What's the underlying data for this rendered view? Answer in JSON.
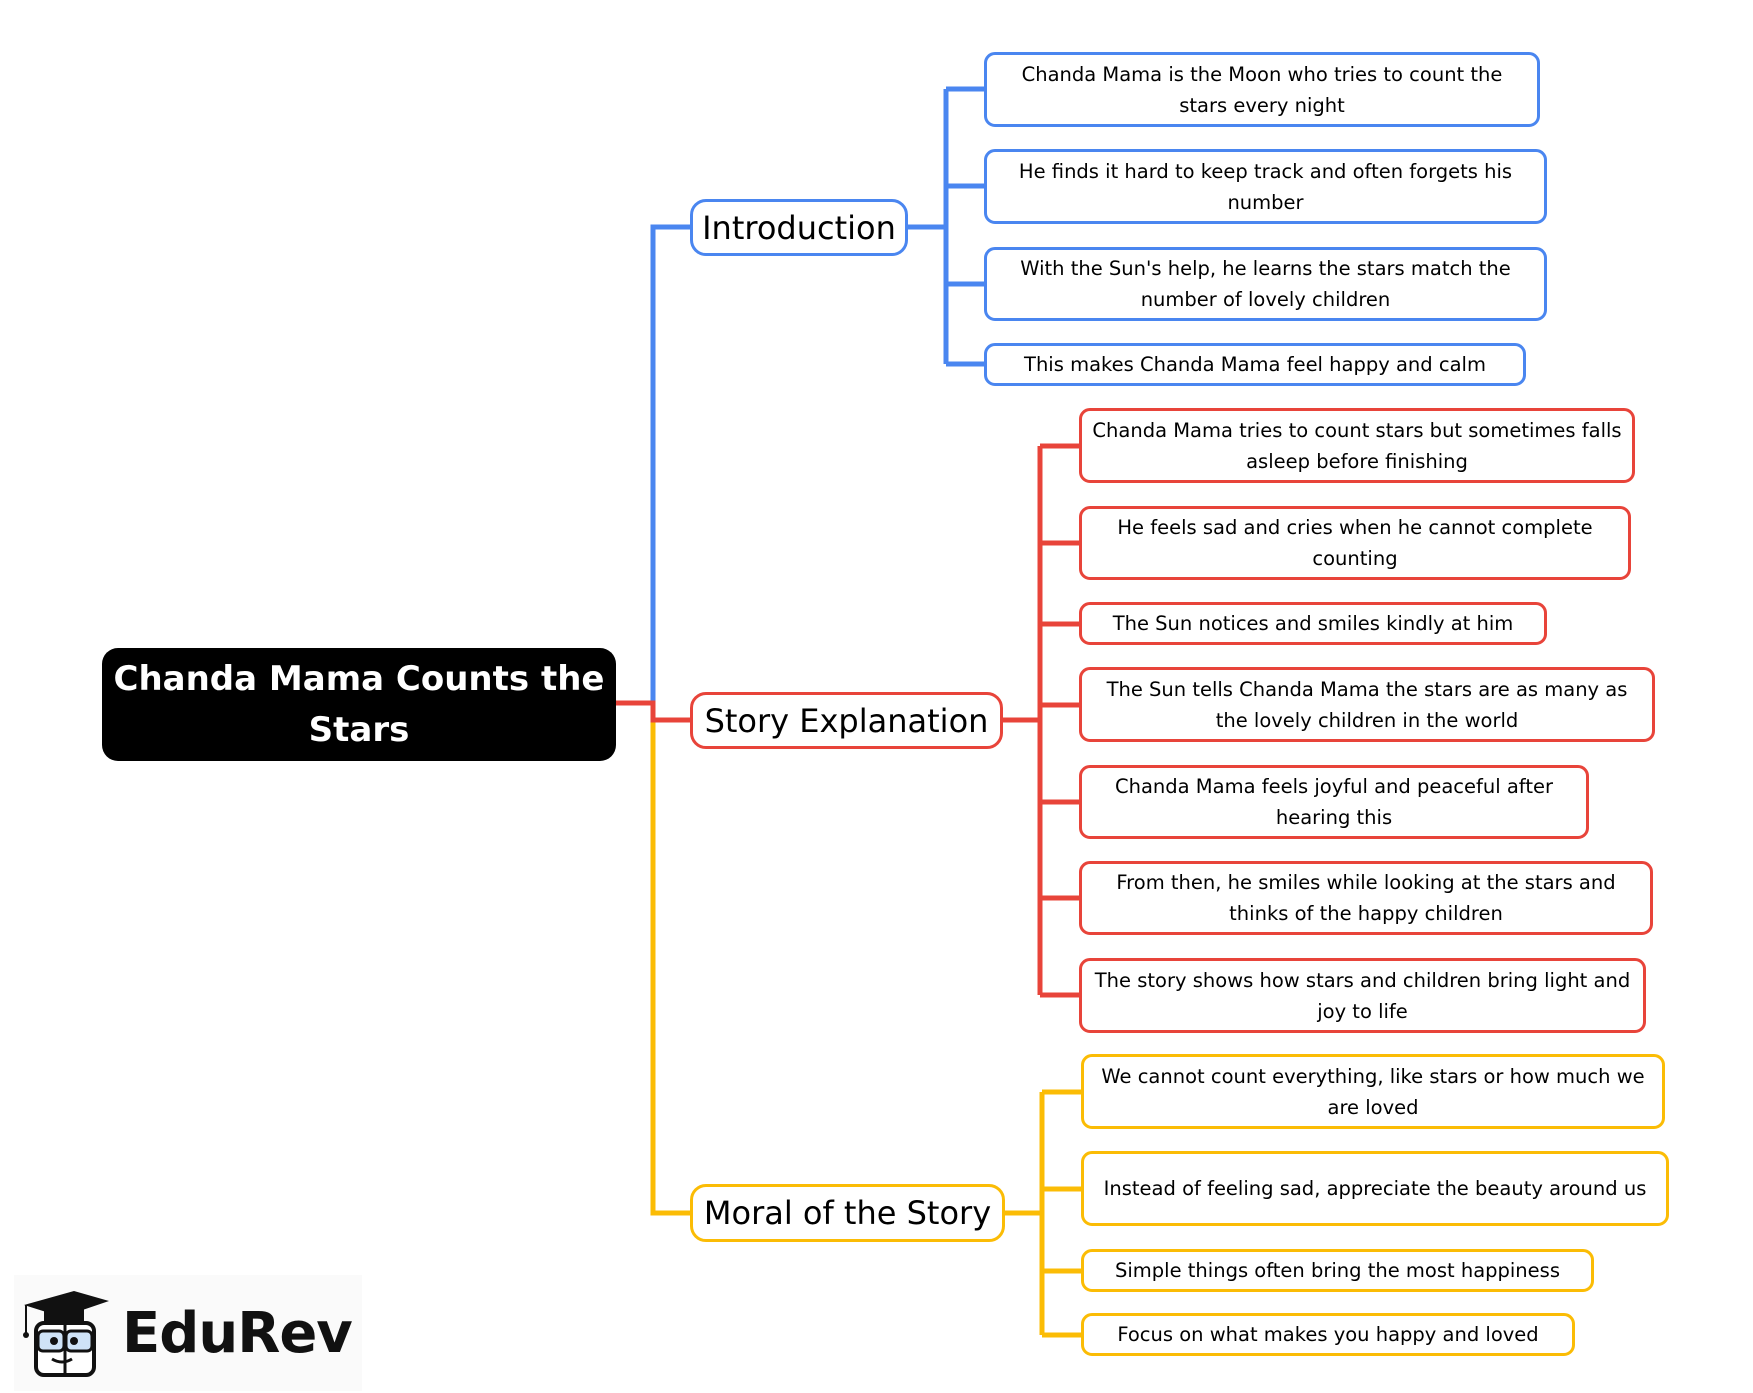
{
  "root": {
    "title": "Chanda Mama Counts the Stars"
  },
  "branches": {
    "introduction": {
      "label": "Introduction",
      "color": "#4a86f0",
      "items": [
        "Chanda Mama is the Moon who tries to count the stars every night",
        "He finds it hard to keep track and often forgets his number",
        "With the Sun's help, he learns the stars match the number of lovely children",
        "This makes Chanda Mama feel happy and calm"
      ]
    },
    "story": {
      "label": "Story Explanation",
      "color": "#e8443a",
      "items": [
        "Chanda Mama tries to count stars but sometimes falls asleep before finishing",
        "He feels sad and cries when he cannot complete counting",
        "The Sun notices and smiles kindly at him",
        "The Sun tells Chanda Mama the stars are as many as the lovely children in the world",
        "Chanda Mama feels joyful and peaceful after hearing this",
        "From then, he smiles while looking at the stars and thinks of the happy children",
        "The story shows how stars and children bring light and joy to life"
      ]
    },
    "moral": {
      "label": "Moral of the Story",
      "color": "#fbbc05",
      "items": [
        "We cannot count everything, like stars or how much we are loved",
        "Instead of feeling sad, appreciate the beauty around us",
        "Simple things often bring the most happiness",
        "Focus on what makes you happy and loved"
      ]
    }
  },
  "logo": {
    "text": "EduRev"
  }
}
